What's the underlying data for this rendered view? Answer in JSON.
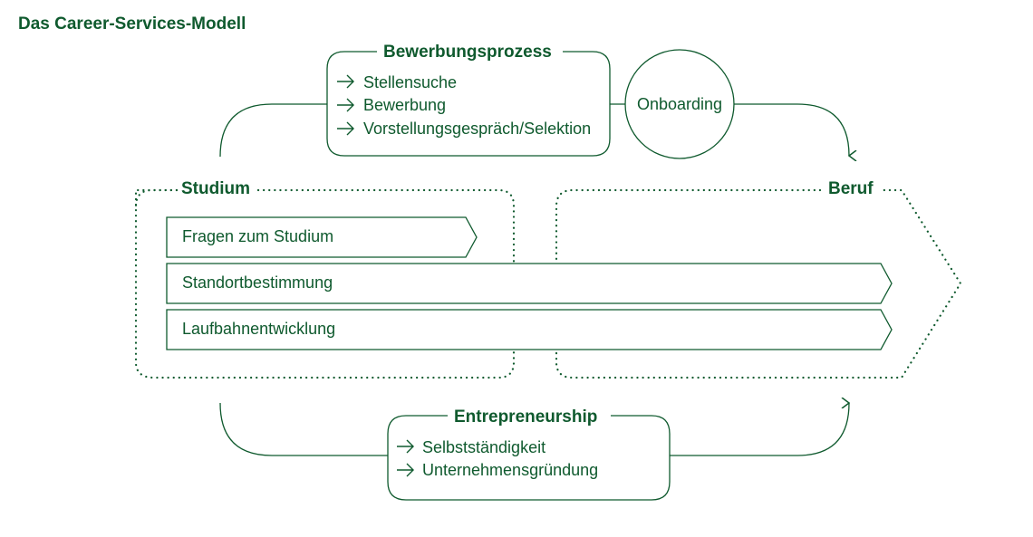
{
  "title": "Das Career-Services-Modell",
  "accent_color": "#0f5a2e",
  "bewerbungsprozess": {
    "title": "Bewerbungsprozess",
    "items": [
      "Stellensuche",
      "Bewerbung",
      "Vorstellungsgespräch/Selektion"
    ]
  },
  "onboarding": {
    "label": "Onboarding"
  },
  "studium": {
    "title": "Studium"
  },
  "beruf": {
    "title": "Beruf"
  },
  "bars": [
    "Fragen zum Studium",
    "Standortbestimmung",
    "Laufbahnentwicklung"
  ],
  "entrepreneurship": {
    "title": "Entrepreneurship",
    "items": [
      "Selbstständigkeit",
      "Unternehmensgründung"
    ]
  },
  "bullet_icon": "arrow-right-icon"
}
